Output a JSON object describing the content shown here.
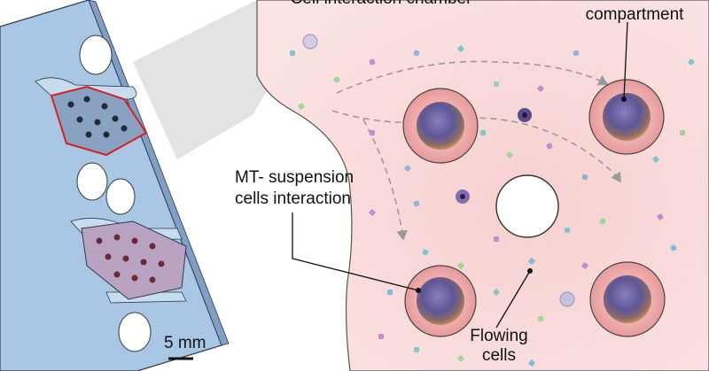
{
  "labels": {
    "chamber_title": "Cell interaction chamber",
    "compartment": "compartment",
    "mt_line1": "MT- suspension",
    "mt_line2": "cells interaction",
    "flowing_line1": "Flowing",
    "flowing_line2": "cells",
    "scale_bar": "5 mm"
  },
  "colors": {
    "chip_blue": "#a9c6e4",
    "chip_edge": "#2f3b4a",
    "chamber_pink": "#f7d6d6",
    "highlight_red": "#d62020",
    "zoom_grey": "#c9c9c9",
    "flow_arrow": "#9a9a9a",
    "tissue_purple": "#6a5a9a"
  }
}
